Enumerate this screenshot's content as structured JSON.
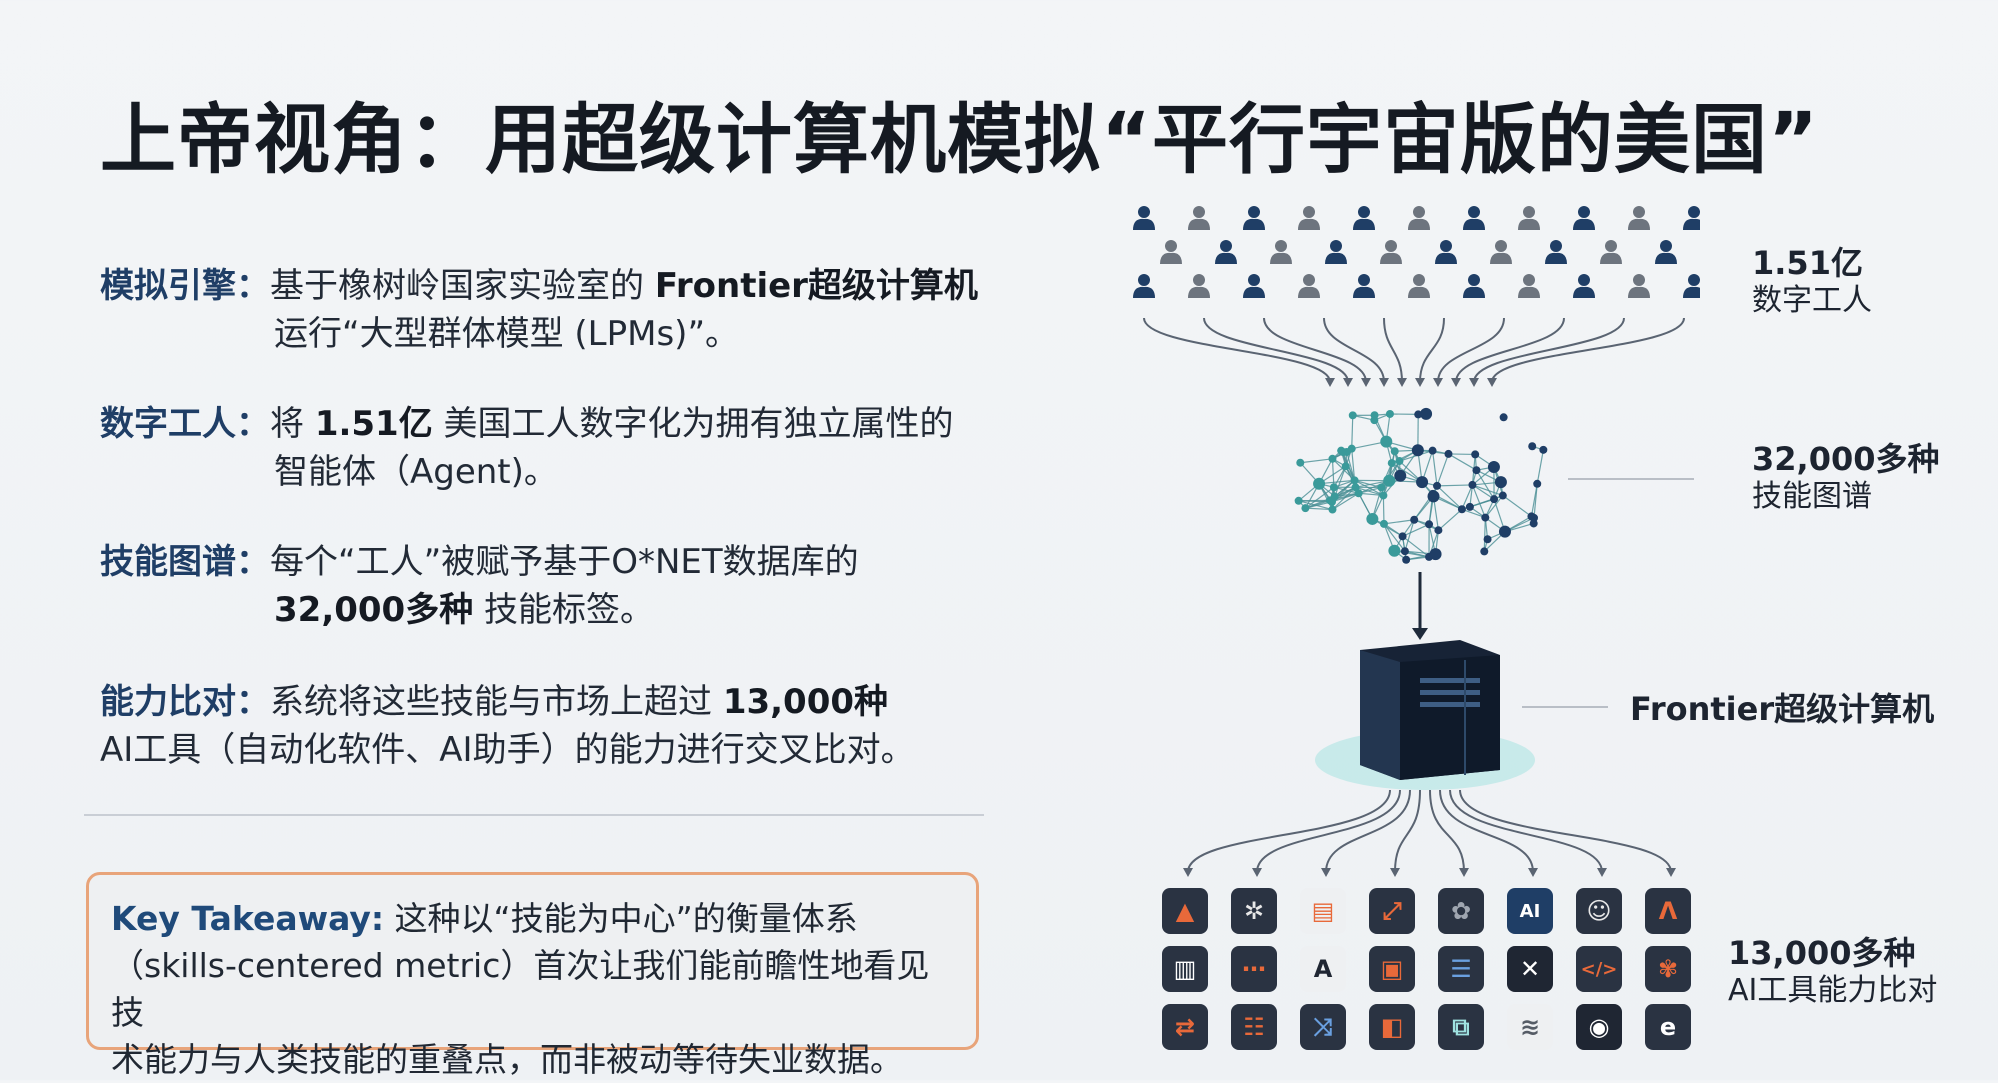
{
  "title": "上帝视角：用超级计算机模拟“平行宇宙版的美国”",
  "items": [
    {
      "label": "模拟引擎：",
      "pre": "基于橡树岭国家实验室的 ",
      "bold": "Frontier超级计算机",
      "line2": "运行“大型群体模型 (LPMs)”。"
    },
    {
      "label": "数字工人：",
      "pre": "将 ",
      "bold": "1.51亿",
      "post": " 美国工人数字化为拥有独立属性的",
      "line2": "智能体（Agent)。"
    },
    {
      "label": "技能图谱：",
      "pre": "每个“工人”被赋予基于O*NET数据库的",
      "bold2": "32,000多种",
      "line2post": " 技能标签。"
    },
    {
      "label": "能力比对：",
      "pre": "系统将这些技能与市场上超过 ",
      "bold": "13,000种",
      "line2": "AI工具（自动化软件、AI助手）的能力进行交叉比对。"
    }
  ],
  "takeaway": {
    "key": "Key Takeaway:",
    "text1": " 这种以“技能为中心”的衡量体系",
    "text2": "（skills-centered metric）首次让我们能前瞻性地看见技",
    "text3": "术能力与人类技能的重叠点，而非被动等待失业数据。"
  },
  "right": {
    "workers_big": "1.51亿",
    "workers_small": "数字工人",
    "skills_big": "32,000多种",
    "skills_small": "技能图谱",
    "frontier": "Frontier超级计算机",
    "tools_big": "13,000多种",
    "tools_small": "AI工具能力比对"
  },
  "colors": {
    "navy": "#1f3e66",
    "teal": "#3a9a9a",
    "orange": "#e8693a",
    "accent_border": "#e8a47a"
  },
  "tool_icons": [
    "triangle-icon",
    "bug-icon",
    "layout-icon",
    "expand-icon",
    "openai-icon",
    "ai-icon",
    "chat-icon",
    "a-logo-icon",
    "board-icon",
    "dots-icon",
    "a-icon",
    "chip-icon",
    "list-icon",
    "x-icon",
    "code-icon",
    "flower-icon",
    "flow-icon",
    "stack-icon",
    "link-icon",
    "squares-icon",
    "bracket-icon",
    "wave-icon",
    "compass-icon",
    "e-icon"
  ]
}
